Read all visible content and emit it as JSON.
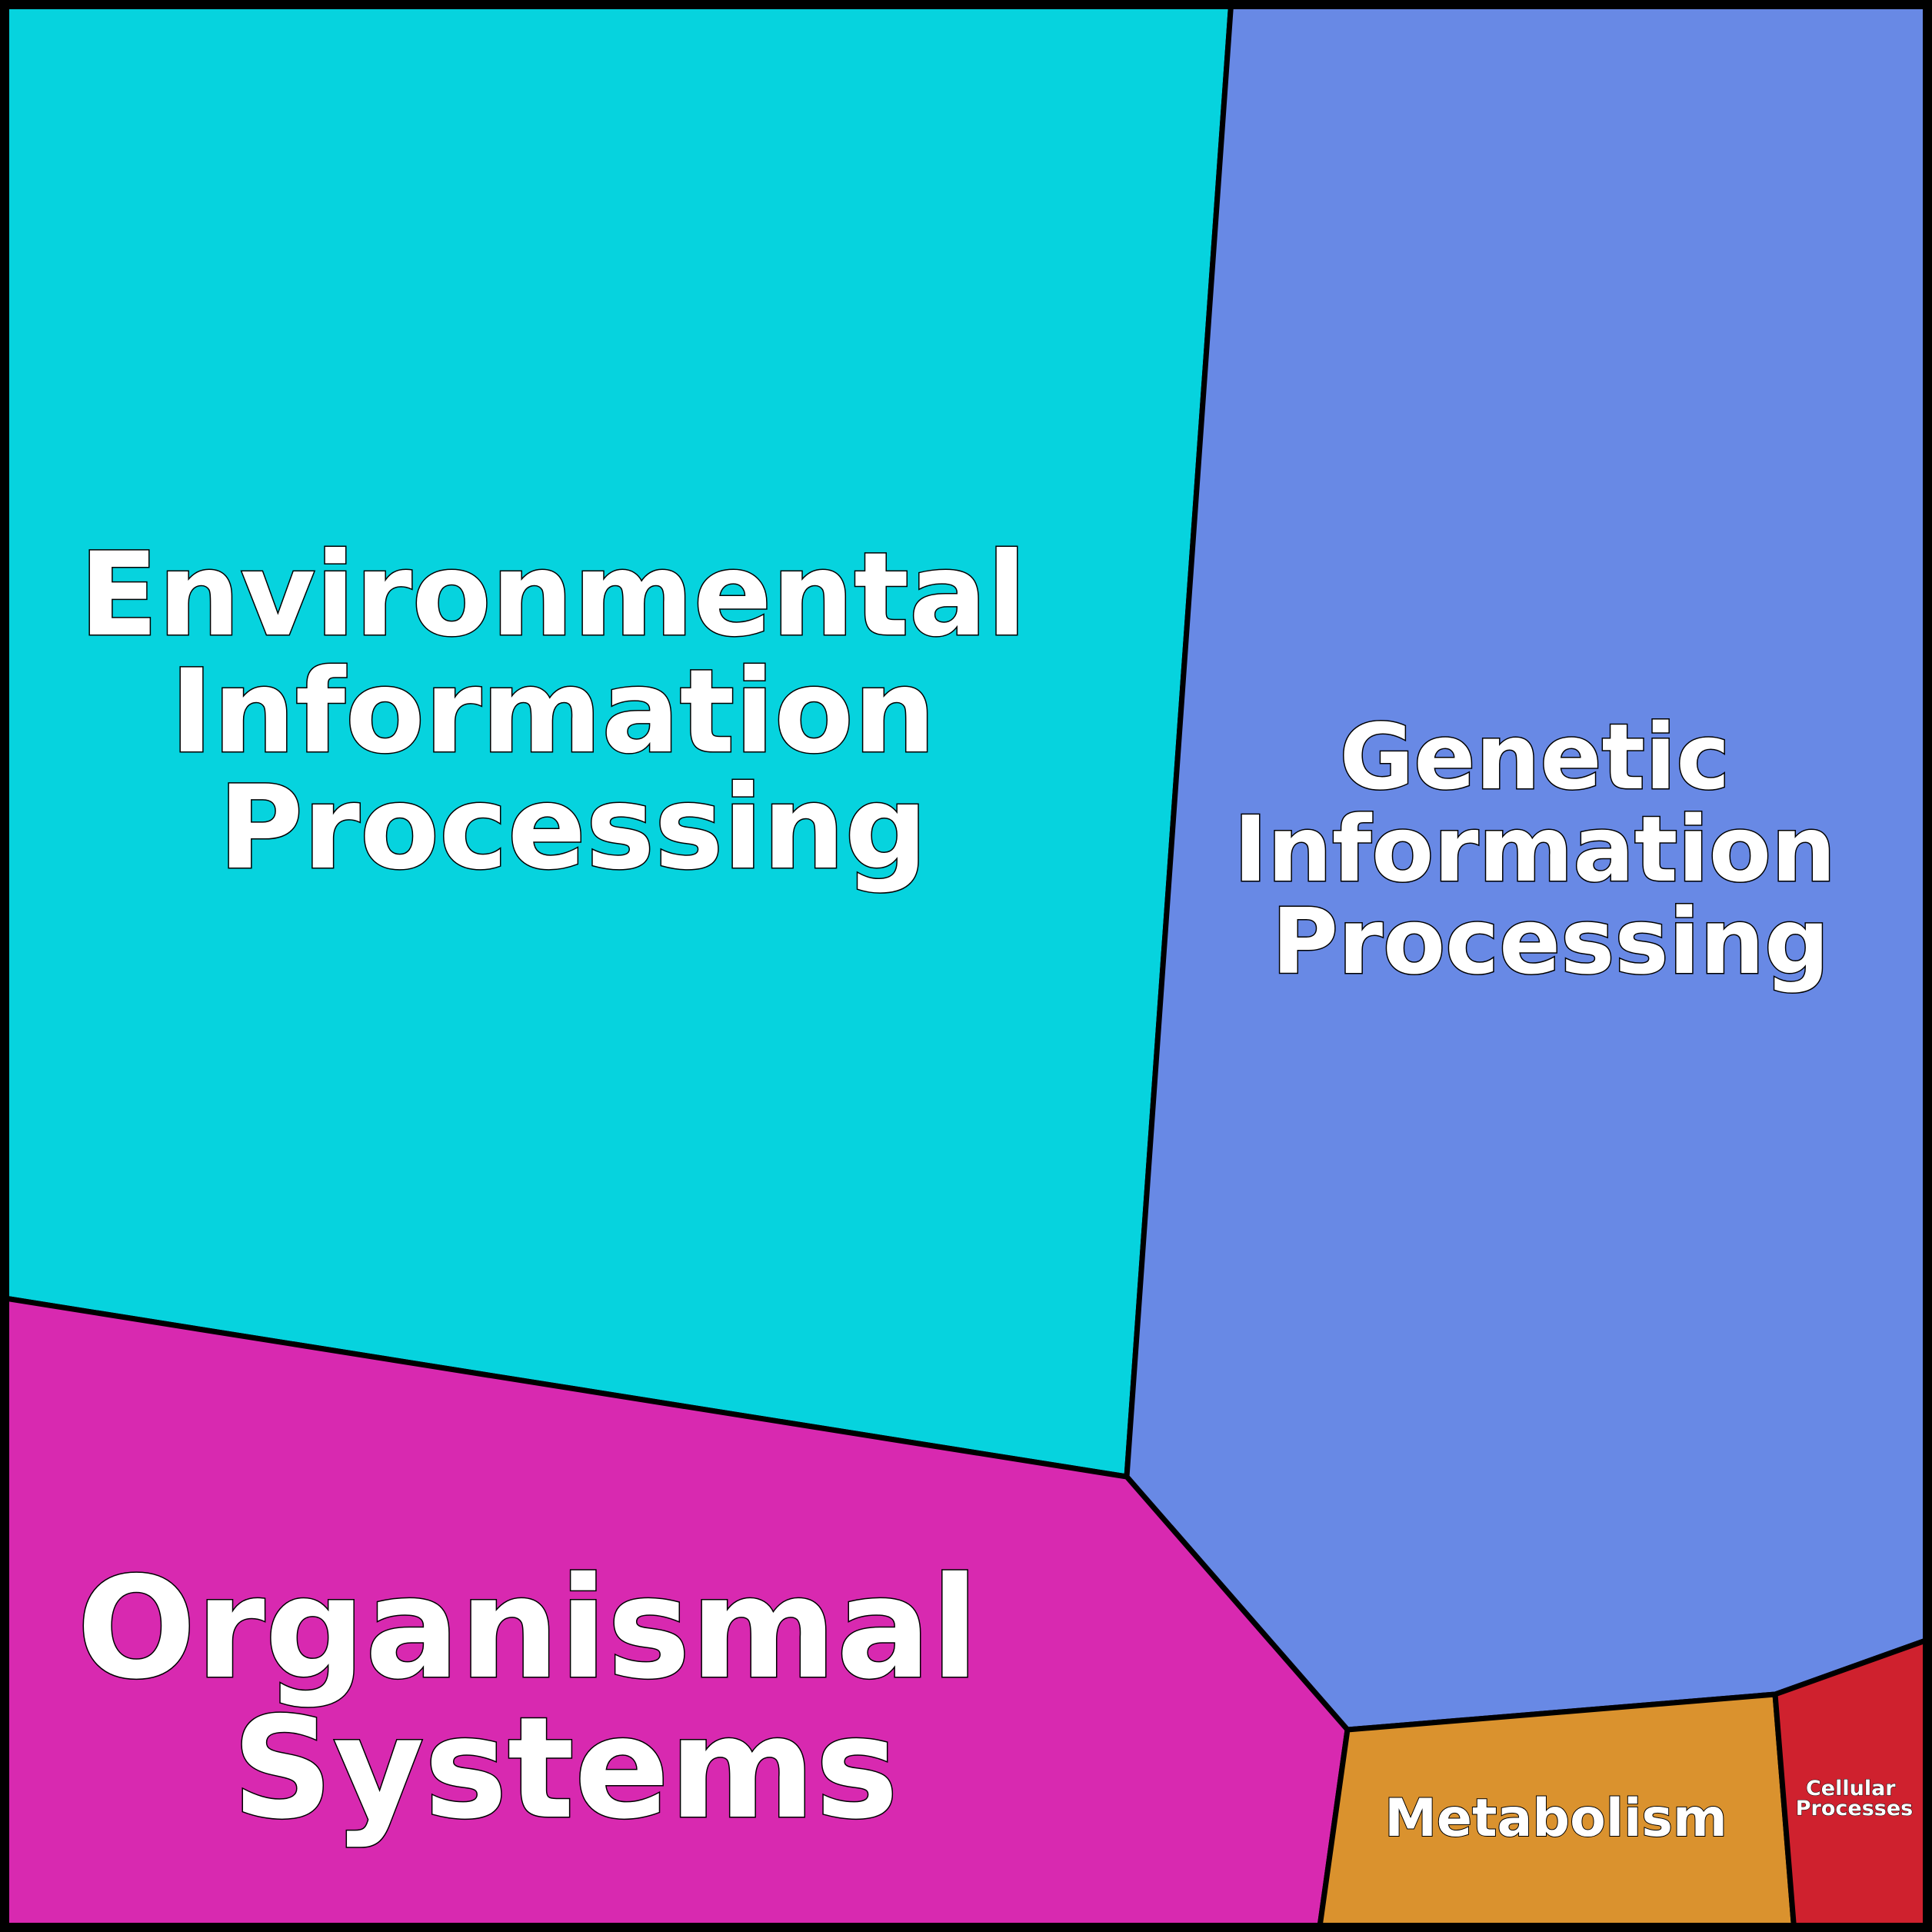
{
  "diagram": {
    "cells": [
      {
        "id": "environmental",
        "label_lines": [
          "Environmental",
          "Information",
          "Processing"
        ],
        "color": "#06D3DE"
      },
      {
        "id": "genetic",
        "label_lines": [
          "Genetic",
          "Information",
          "Processing"
        ],
        "color": "#6889E5"
      },
      {
        "id": "organismal",
        "label_lines": [
          "Organismal",
          "Systems"
        ],
        "color": "#D829B0"
      },
      {
        "id": "metabolism",
        "label_lines": [
          "Metabolism"
        ],
        "color": "#DA922E"
      },
      {
        "id": "cellular",
        "label_lines": [
          "Cellular",
          "Processes"
        ],
        "color": "#CF212E"
      }
    ]
  }
}
